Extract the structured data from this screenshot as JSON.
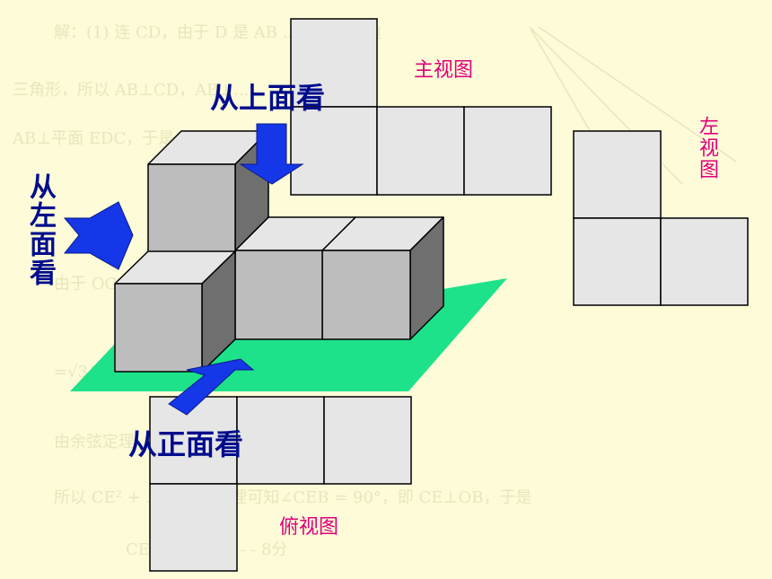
{
  "labels": {
    "from_top": "从上面看",
    "from_left": "从左面看",
    "from_front": "从正面看",
    "front_view": "主视图",
    "left_view": "左视图",
    "top_view": "俯视图"
  },
  "colors": {
    "background": "#fdfbd8",
    "cube_top": "#e6e6e6",
    "cube_front": "#bdbdbd",
    "cube_side": "#6f6f6f",
    "view_cell": "#e6e6e6",
    "platform": "#1de28a",
    "arrow": "#1537e8",
    "label_blue": "#000d8c",
    "label_pink": "#e0007a"
  },
  "icons": {
    "from_top": "arrow-down-icon",
    "from_left": "arrow-right-icon",
    "from_front": "arrow-up-right-icon"
  }
}
